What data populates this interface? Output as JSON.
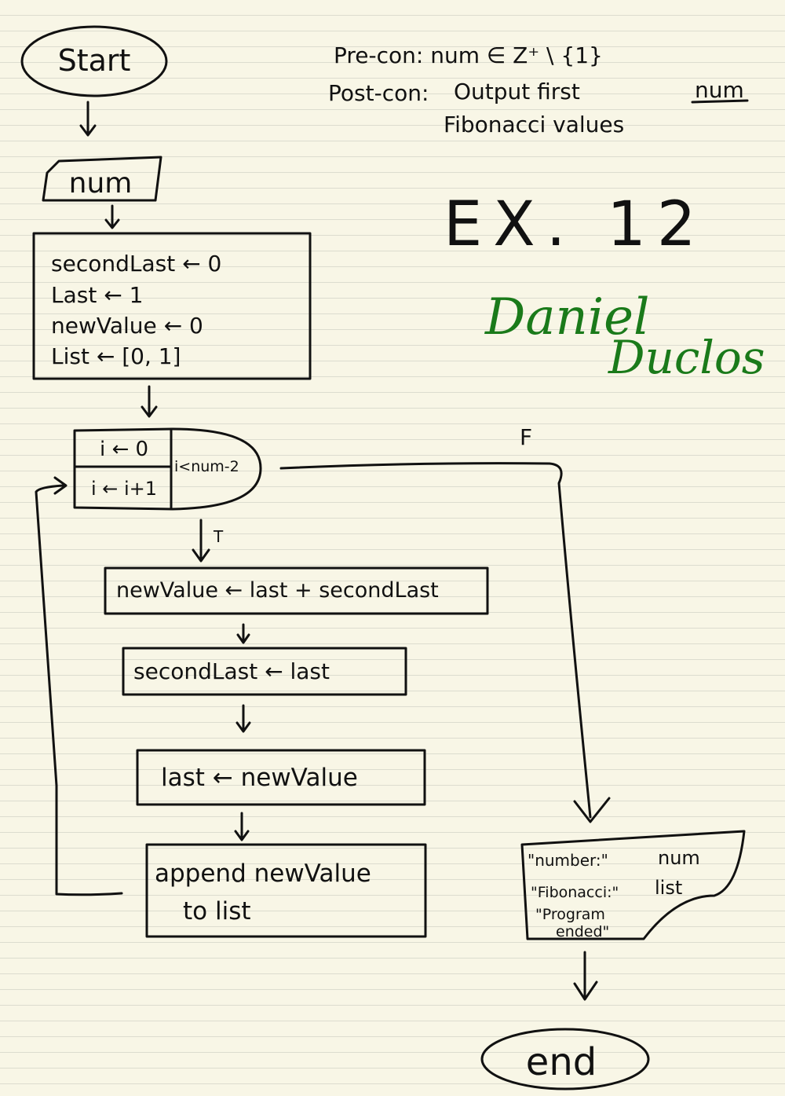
{
  "header": {
    "precon": "Pre-con:  num ∈ Z⁺ \\ {1}",
    "postcon_label": "Post-con:",
    "postcon_line1": "Output   first",
    "postcon_num": "num",
    "postcon_line2": "Fibonacci  values"
  },
  "title": "EX. 12",
  "author_first": "Daniel",
  "author_last": "Duclos",
  "nodes": {
    "start": "Start",
    "input": "num",
    "init": [
      "secondLast ← 0",
      "Last ← 1",
      "newValue ← 0",
      "List ← [0, 1]"
    ],
    "loop_init": "i ← 0",
    "loop_inc": "i ← i+1",
    "loop_cond": "i<num-2",
    "step1": "newValue ← last + secondLast",
    "step2": "secondLast ← last",
    "step3": "last ← newValue",
    "step4_line1": "append   newValue",
    "step4_line2": "to    list",
    "output_rows": [
      {
        "label": "\"number:\"",
        "value": "num"
      },
      {
        "label": "\"Fibonacci:\"",
        "value": "list"
      },
      {
        "label": "\"Program",
        "value": ""
      },
      {
        "label": "ended\"",
        "value": ""
      }
    ],
    "end": "end"
  },
  "edges": {
    "true_label": "T",
    "false_label": "F"
  }
}
